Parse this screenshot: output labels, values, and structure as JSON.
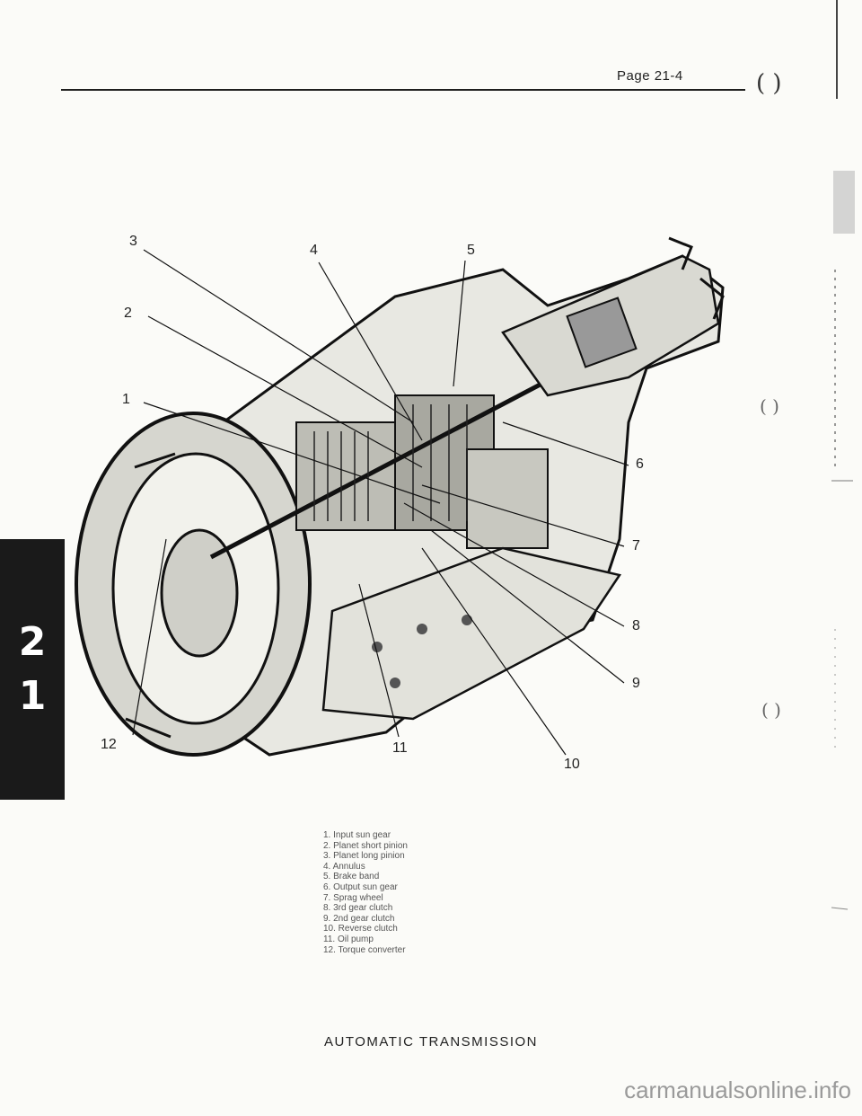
{
  "header": {
    "page_number": "Page 21-4"
  },
  "section_tab": {
    "digits": [
      "2",
      "1"
    ]
  },
  "figure": {
    "callouts": [
      "1",
      "2",
      "3",
      "4",
      "5",
      "6",
      "7",
      "8",
      "9",
      "10",
      "11",
      "12"
    ],
    "legend": [
      "1. Input sun gear",
      "2. Planet short pinion",
      "3. Planet long pinion",
      "4. Annulus",
      "5. Brake band",
      "6. Output sun gear",
      "7. Sprag wheel",
      "8. 3rd gear clutch",
      "9. 2nd gear clutch",
      "10. Reverse clutch",
      "11. Oil pump",
      "12. Torque converter"
    ]
  },
  "caption": "AUTOMATIC TRANSMISSION",
  "watermark": "carmanualsonline.info"
}
